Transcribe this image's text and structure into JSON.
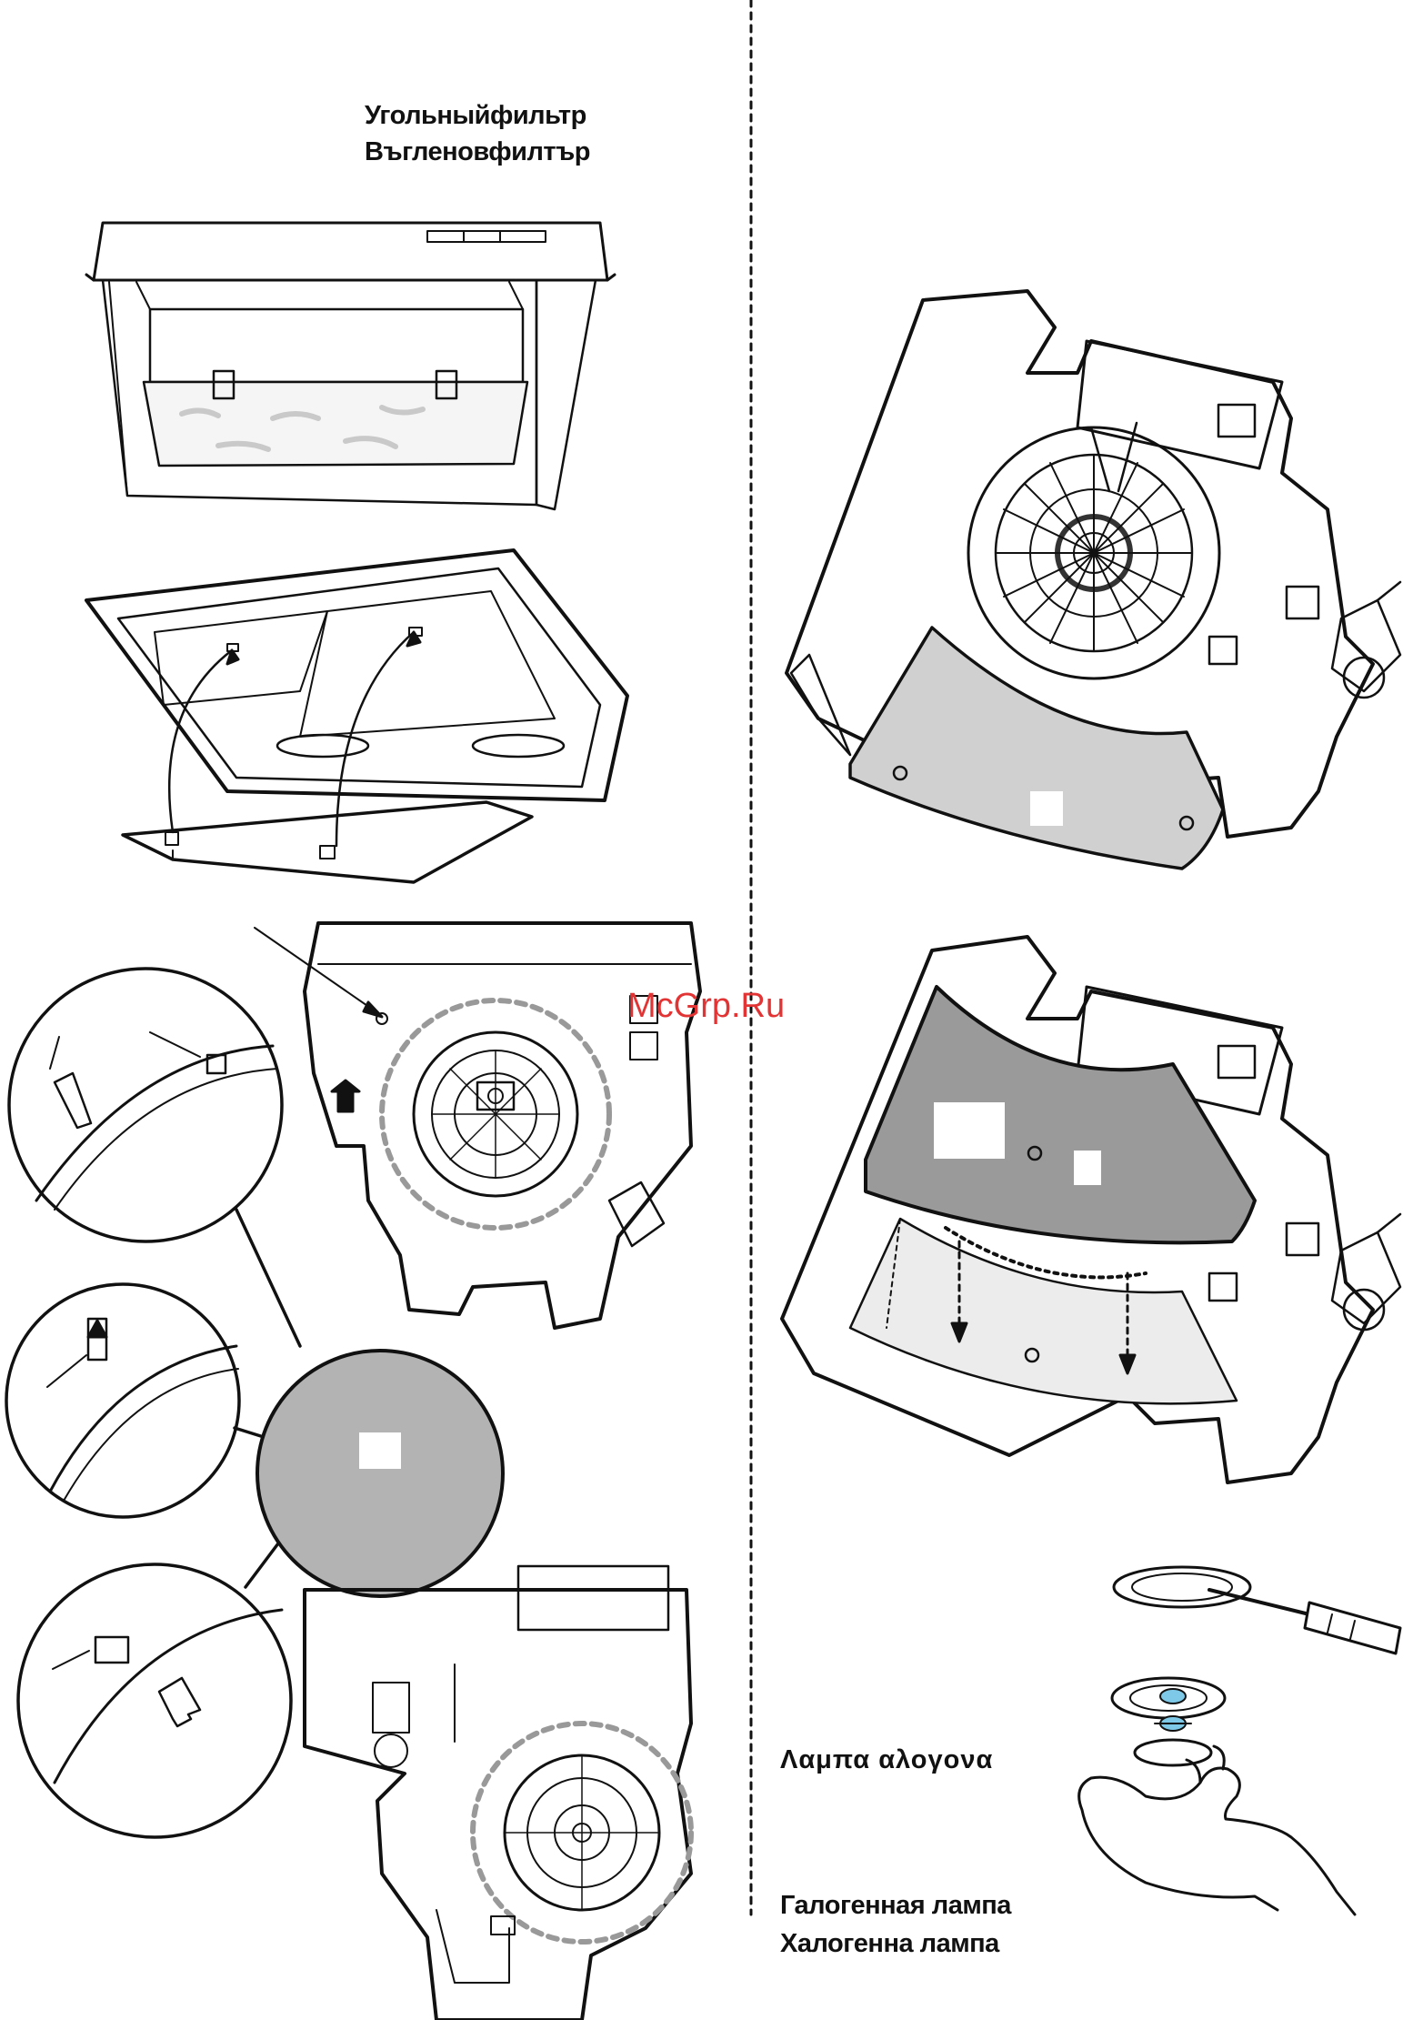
{
  "labels": {
    "carbon_filter_ru": "Угольныйфильтр",
    "carbon_filter_bg": "Въгленовфилтър",
    "halogen_gr": "Λαμπα αλογονα",
    "halogen_ru": "Галогенная лампа",
    "halogen_bg": "Халогенна лампа"
  },
  "watermark": "McGrp.Ru",
  "colors": {
    "line": "#111111",
    "filter_light": "#d0d0d0",
    "filter_dark": "#9a9a9a",
    "disc": "#b3b3b3",
    "watermark": "#e23434",
    "bulb": "#7fc9e8"
  },
  "icons": [
    "screwdriver-icon",
    "hand-icon",
    "halogen-bulb-icon",
    "arrow-up-icon"
  ]
}
